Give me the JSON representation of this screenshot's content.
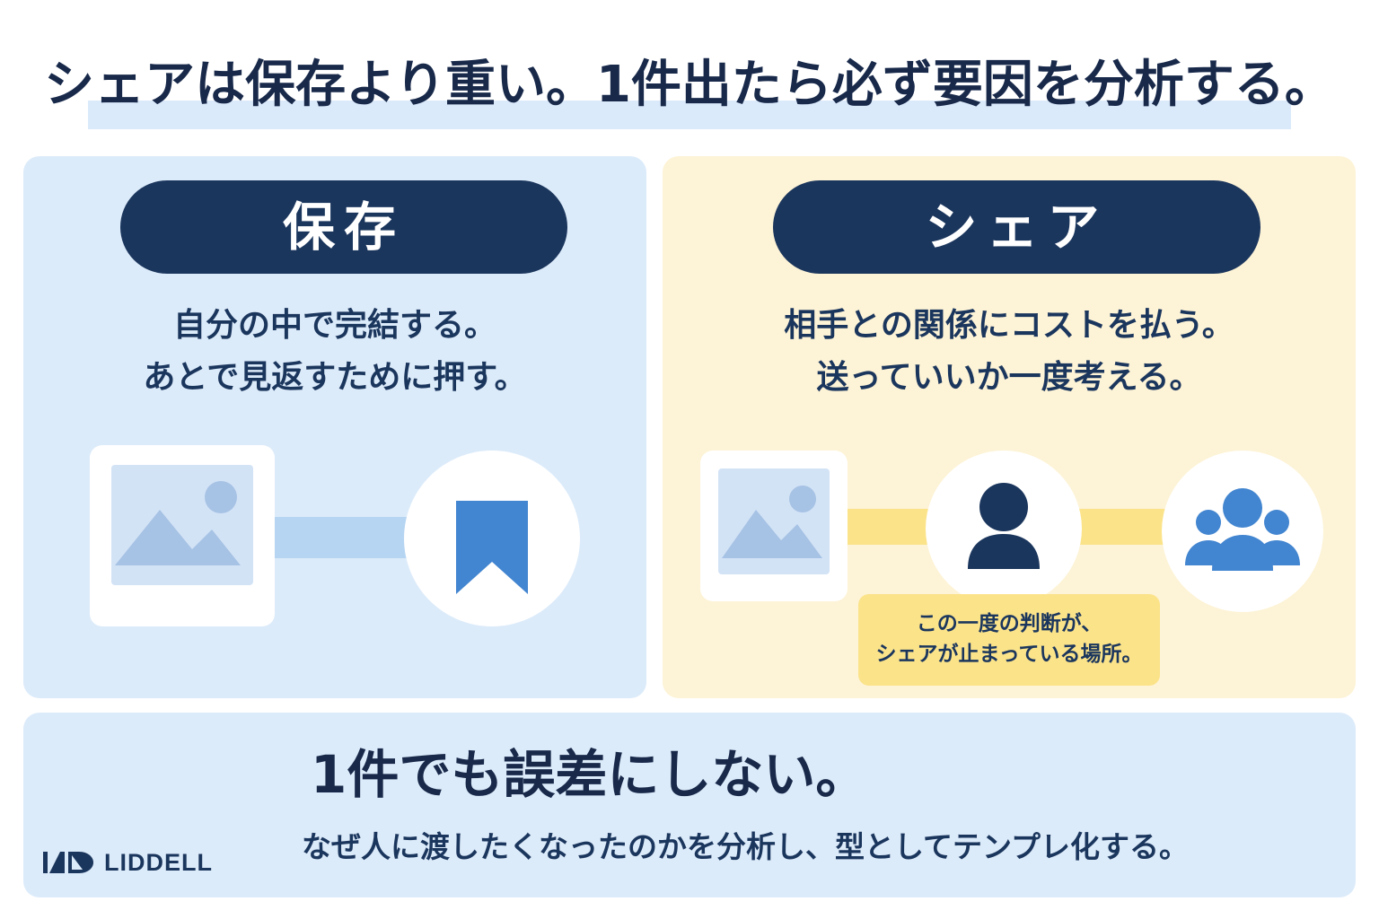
{
  "headline": "シェアは保存より重い。1件出たら必ず要因を分析する。",
  "save_panel": {
    "label": "保存",
    "lines": [
      "自分の中で完結する。",
      "あとで見返すために押す。"
    ],
    "icons": [
      "image-icon",
      "bookmark-icon"
    ]
  },
  "share_panel": {
    "label": "シェア",
    "lines": [
      "相手との関係にコストを払う。",
      "送っていいか一度考える。"
    ],
    "icons": [
      "image-icon",
      "person-icon",
      "group-icon"
    ],
    "callout": [
      "この一度の判断が、",
      "シェアが止まっている場所。"
    ]
  },
  "bottom": {
    "title": "1件でも誤差にしない。",
    "subtitle": "なぜ人に渡したくなったのかを分析し、型としてテンプレ化する。",
    "logo_text": "LIDDELL"
  },
  "colors": {
    "navy": "#1b365d",
    "save_bg": "#dcebfa",
    "share_bg": "#fdf3d6",
    "accent_blue": "#4285d0",
    "accent_yellow": "#fbe38a"
  }
}
